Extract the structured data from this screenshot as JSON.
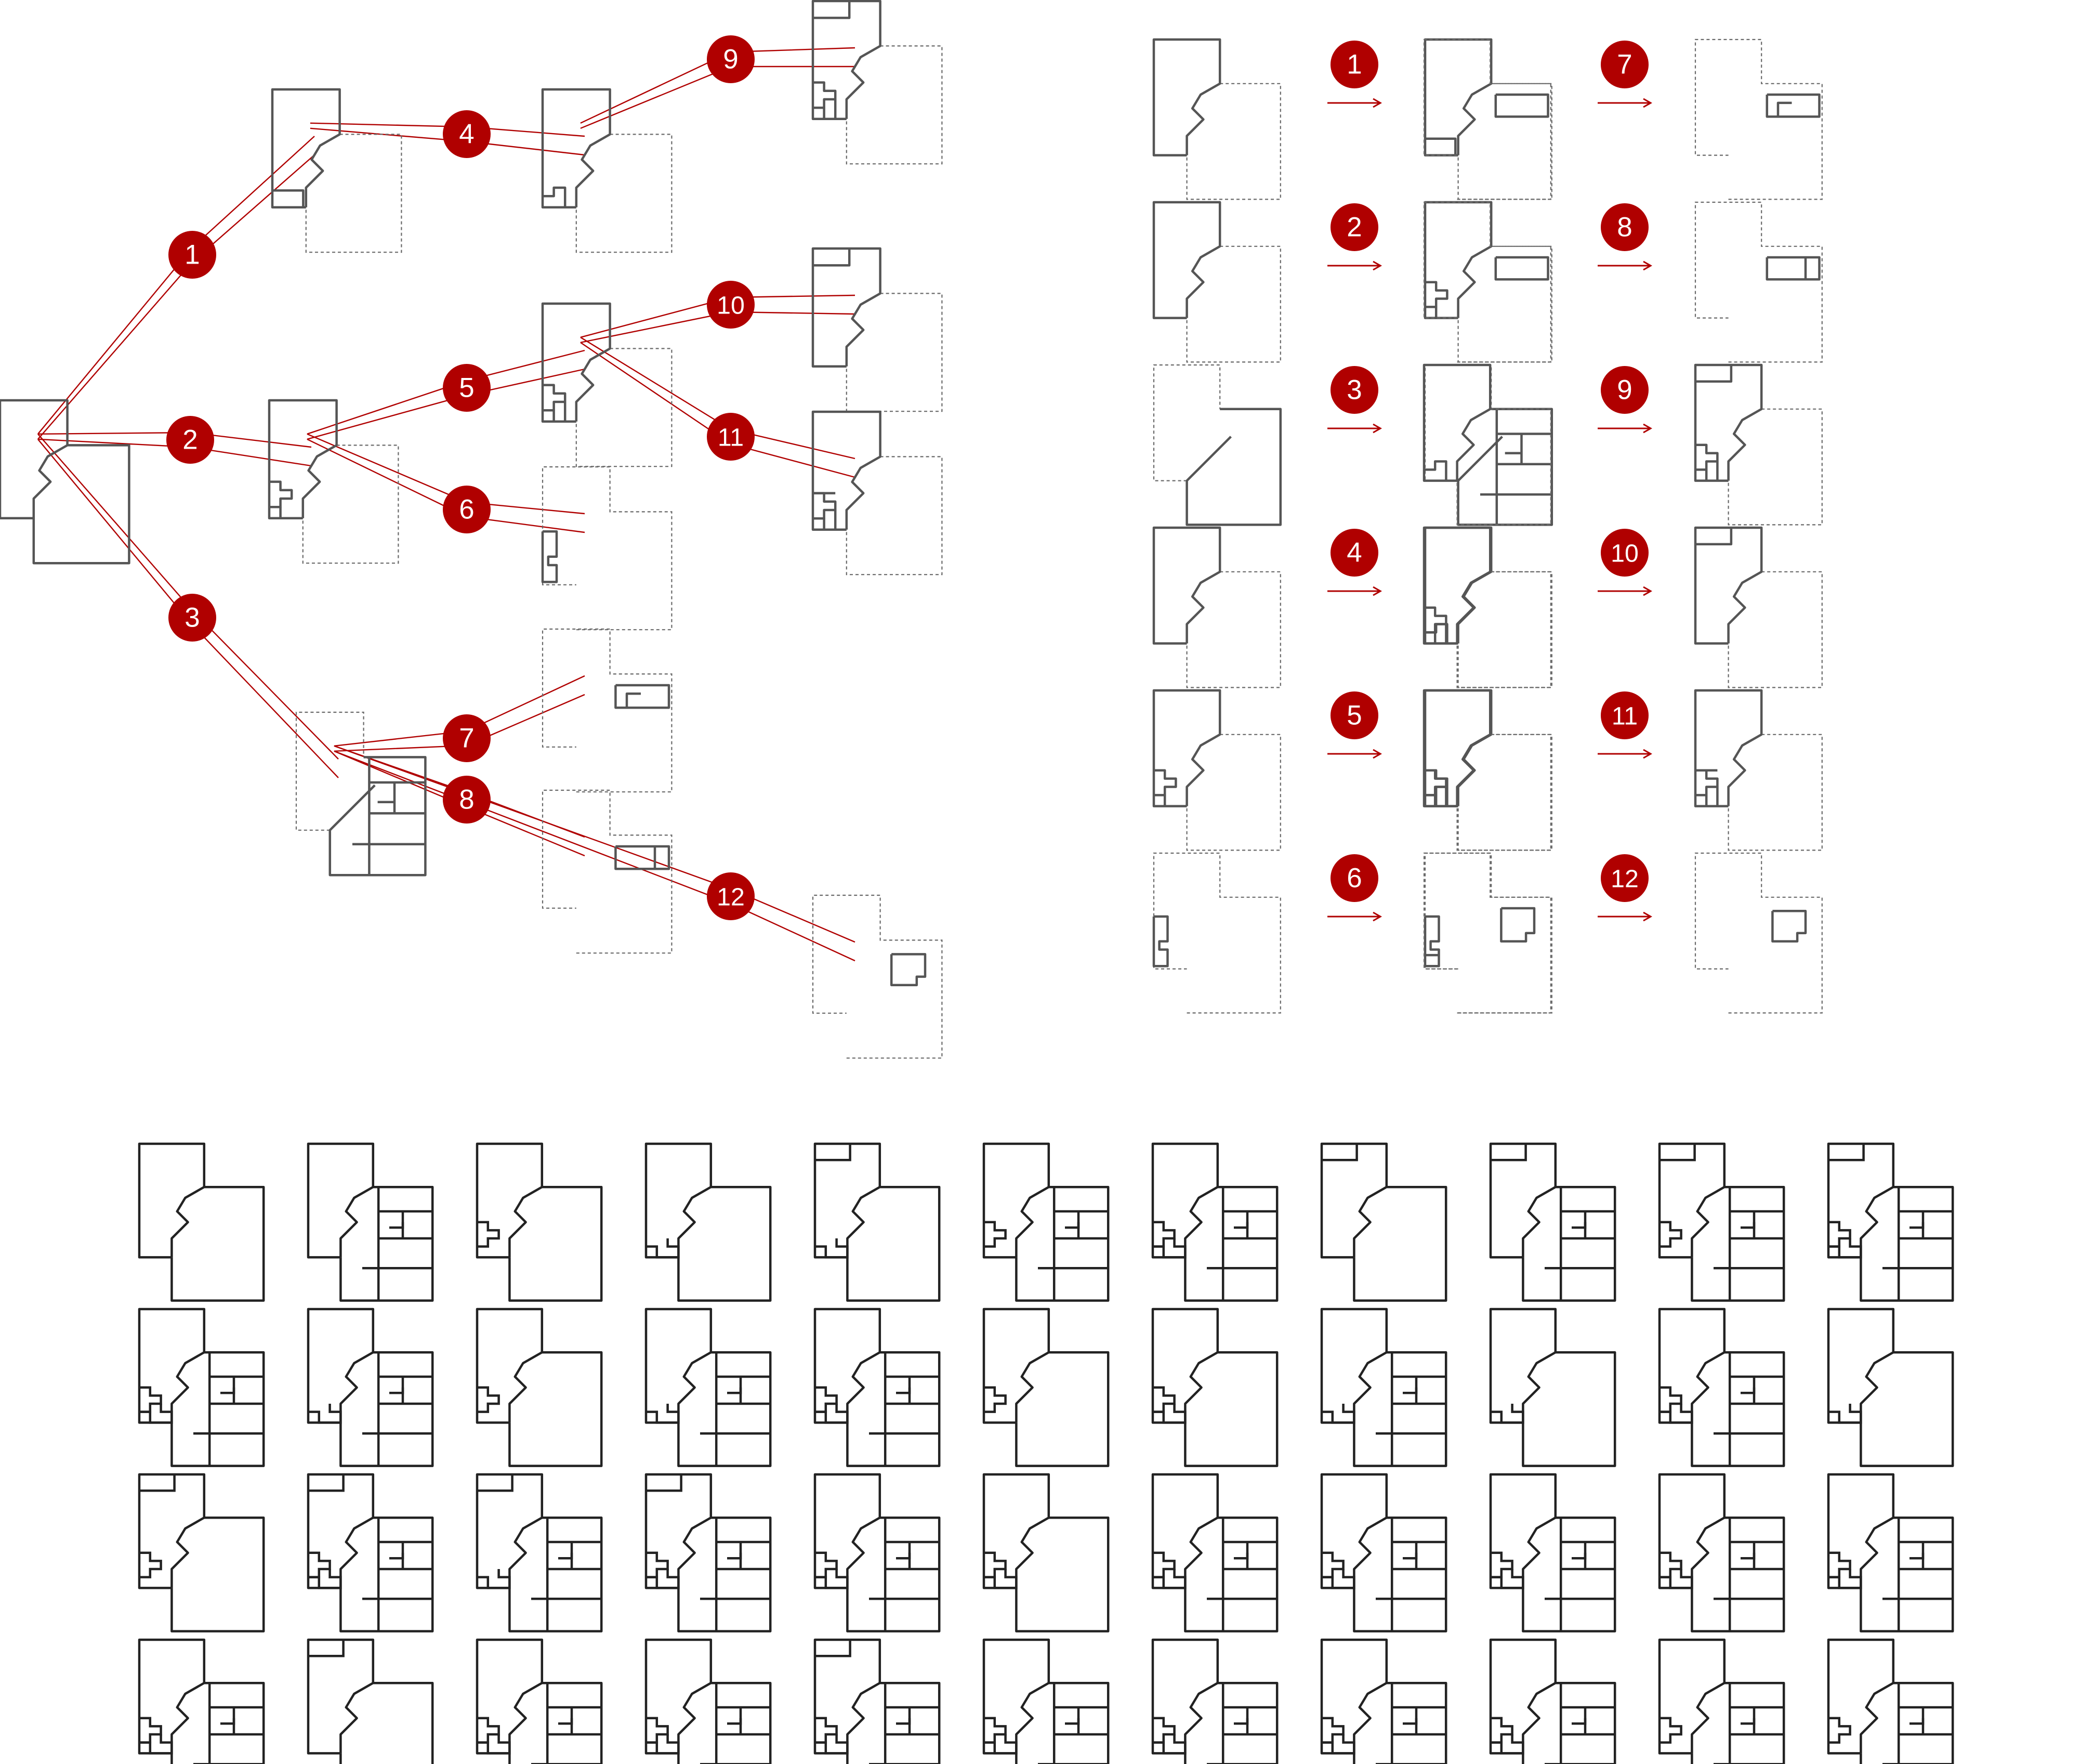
{
  "colors": {
    "accent": "#b00000",
    "outline": "#555555",
    "ink": "#222222",
    "dashed": "#6a6a6a"
  },
  "steps": [
    "1",
    "2",
    "3",
    "4",
    "5",
    "6",
    "7",
    "8",
    "9",
    "10",
    "11",
    "12"
  ],
  "tree": {
    "root": "base",
    "branches": [
      {
        "step": "1",
        "from": "base",
        "to": "s1"
      },
      {
        "step": "2",
        "from": "base",
        "to": "s2"
      },
      {
        "step": "3",
        "from": "base",
        "to": "s3"
      },
      {
        "step": "4",
        "from": "s1",
        "to": "s4"
      },
      {
        "step": "9",
        "from": "s4",
        "to": "s9"
      },
      {
        "step": "5",
        "from": "s2",
        "to": "s5"
      },
      {
        "step": "10",
        "from": "s5",
        "to": "s10"
      },
      {
        "step": "11",
        "from": "s5",
        "to": "s11"
      },
      {
        "step": "6",
        "from": "s2",
        "to": "s6"
      },
      {
        "step": "7",
        "from": "s3",
        "to": "s7"
      },
      {
        "step": "8",
        "from": "s3",
        "to": "s8"
      },
      {
        "step": "12",
        "from": "s3",
        "to": "s12"
      }
    ]
  },
  "rules": [
    {
      "step": "1",
      "before": "A",
      "after": "A1"
    },
    {
      "step": "2",
      "before": "A",
      "after": "A2"
    },
    {
      "step": "3",
      "before": "B",
      "after": "B3"
    },
    {
      "step": "4",
      "before": "A",
      "after": "A4"
    },
    {
      "step": "5",
      "before": "A2",
      "after": "A5"
    },
    {
      "step": "6",
      "before": "W6",
      "after": "W6b"
    },
    {
      "step": "7",
      "before": "R7",
      "after": "R7b"
    },
    {
      "step": "8",
      "before": "R8",
      "after": "R8b"
    },
    {
      "step": "9",
      "before": "A4",
      "after": "A9"
    },
    {
      "step": "10",
      "before": "A5",
      "after": "A10"
    },
    {
      "step": "11",
      "before": "A5",
      "after": "A11"
    },
    {
      "step": "12",
      "before": "C12",
      "after": "C12b"
    }
  ],
  "grid": {
    "rows": [
      [
        "a",
        "ab",
        "a2",
        "a4",
        "a14",
        "a2b",
        "a24b",
        "a1",
        "a1b",
        "a12b",
        "a124b"
      ],
      [
        "a24b",
        "a4b",
        "a2",
        "a4b",
        "a24b",
        "a2",
        "a24",
        "a4b",
        "a4",
        "a24b",
        "a4"
      ],
      [
        "a12",
        "a124b",
        "a14b",
        "a124b",
        "a24b",
        "a24",
        "a24b",
        "a24b",
        "a24b",
        "a24b",
        "a24b"
      ],
      [
        "a24b",
        "a1",
        "a24b",
        "a24b",
        "a124b",
        "a24b",
        "a24b",
        "a24b",
        "a24b",
        "a2b",
        "a2b"
      ]
    ]
  }
}
